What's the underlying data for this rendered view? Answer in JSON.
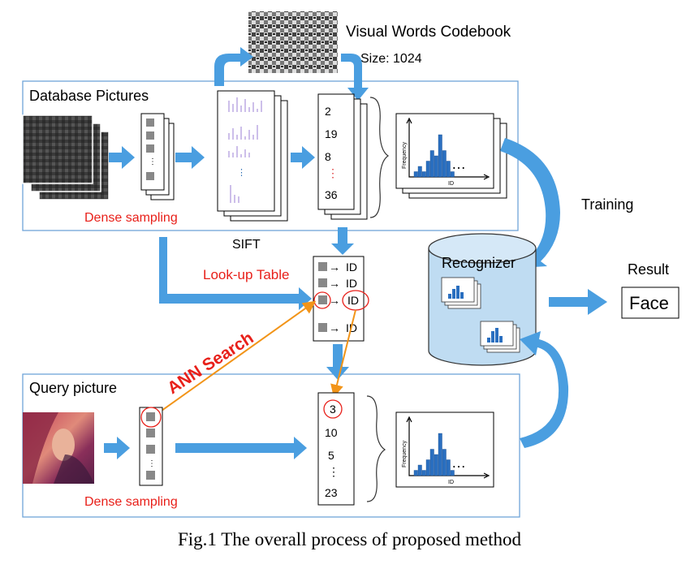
{
  "codebook": {
    "title": "Visual Words Codebook",
    "size_label": "Size: 1024"
  },
  "database_panel": {
    "title": "Database Pictures",
    "dense_sampling": "Dense sampling",
    "sift": "SIFT",
    "word_ids": [
      "2",
      "19",
      "8",
      "⋮",
      "36"
    ]
  },
  "lookup": {
    "title": "Look-up Table",
    "rows": [
      "ID",
      "ID",
      "ID",
      "ID"
    ],
    "arrow": "→"
  },
  "ann_search": "ANN Search",
  "query_panel": {
    "title": "Query picture",
    "dense_sampling": "Dense sampling",
    "word_ids": [
      "3",
      "10",
      "5",
      "⋮",
      "23"
    ]
  },
  "histogram": {
    "y_label": "Frequency",
    "x_label": "ID",
    "ellipsis": "…",
    "bar_values": [
      1,
      2,
      1,
      3,
      5,
      4,
      8,
      5,
      3,
      1
    ]
  },
  "training": "Training",
  "recognizer": "Recognizer",
  "result": {
    "label": "Result",
    "value": "Face"
  },
  "caption": "Fig.1 The overall process of proposed method",
  "colors": {
    "panel_border": "#6fa5d8",
    "flow_arrow": "#4a9ee0",
    "red_text": "#e8201a",
    "ann_line": "#f29418",
    "cylinder": "#bfdcf2",
    "hist_bar": "#2a6fc0"
  }
}
